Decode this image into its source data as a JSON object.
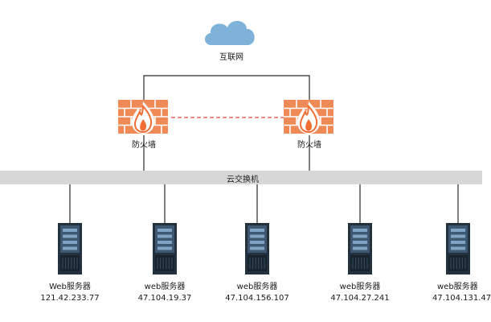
{
  "internet": {
    "label": "互联网",
    "icon": "cloud-icon"
  },
  "firewalls": [
    {
      "label": "防火墙",
      "icon": "firewall-icon"
    },
    {
      "label": "防火墙",
      "icon": "firewall-icon"
    }
  ],
  "switch": {
    "label": "云交换机"
  },
  "servers": [
    {
      "name": "Web服务器",
      "ip": "121.42.233.77",
      "icon": "server-icon"
    },
    {
      "name": "web服务器",
      "ip": "47.104.19.37",
      "icon": "server-icon"
    },
    {
      "name": "web服务器",
      "ip": "47.104.156.107",
      "icon": "server-icon"
    },
    {
      "name": "web服务器",
      "ip": "47.104.27.241",
      "icon": "server-icon"
    },
    {
      "name": "web服务器",
      "ip": "47.104.131.47",
      "icon": "server-icon"
    }
  ],
  "colors": {
    "cloud": "#7eb2d8",
    "brick": "#ef8a57",
    "mortar": "#ffffff",
    "flame": "#f26d33",
    "ha_link": "#e04848",
    "server_body": "#23303d",
    "server_panel": "#3f5872",
    "server_bay": "#7fa4c6",
    "switch_bar": "#d7d7d7"
  }
}
